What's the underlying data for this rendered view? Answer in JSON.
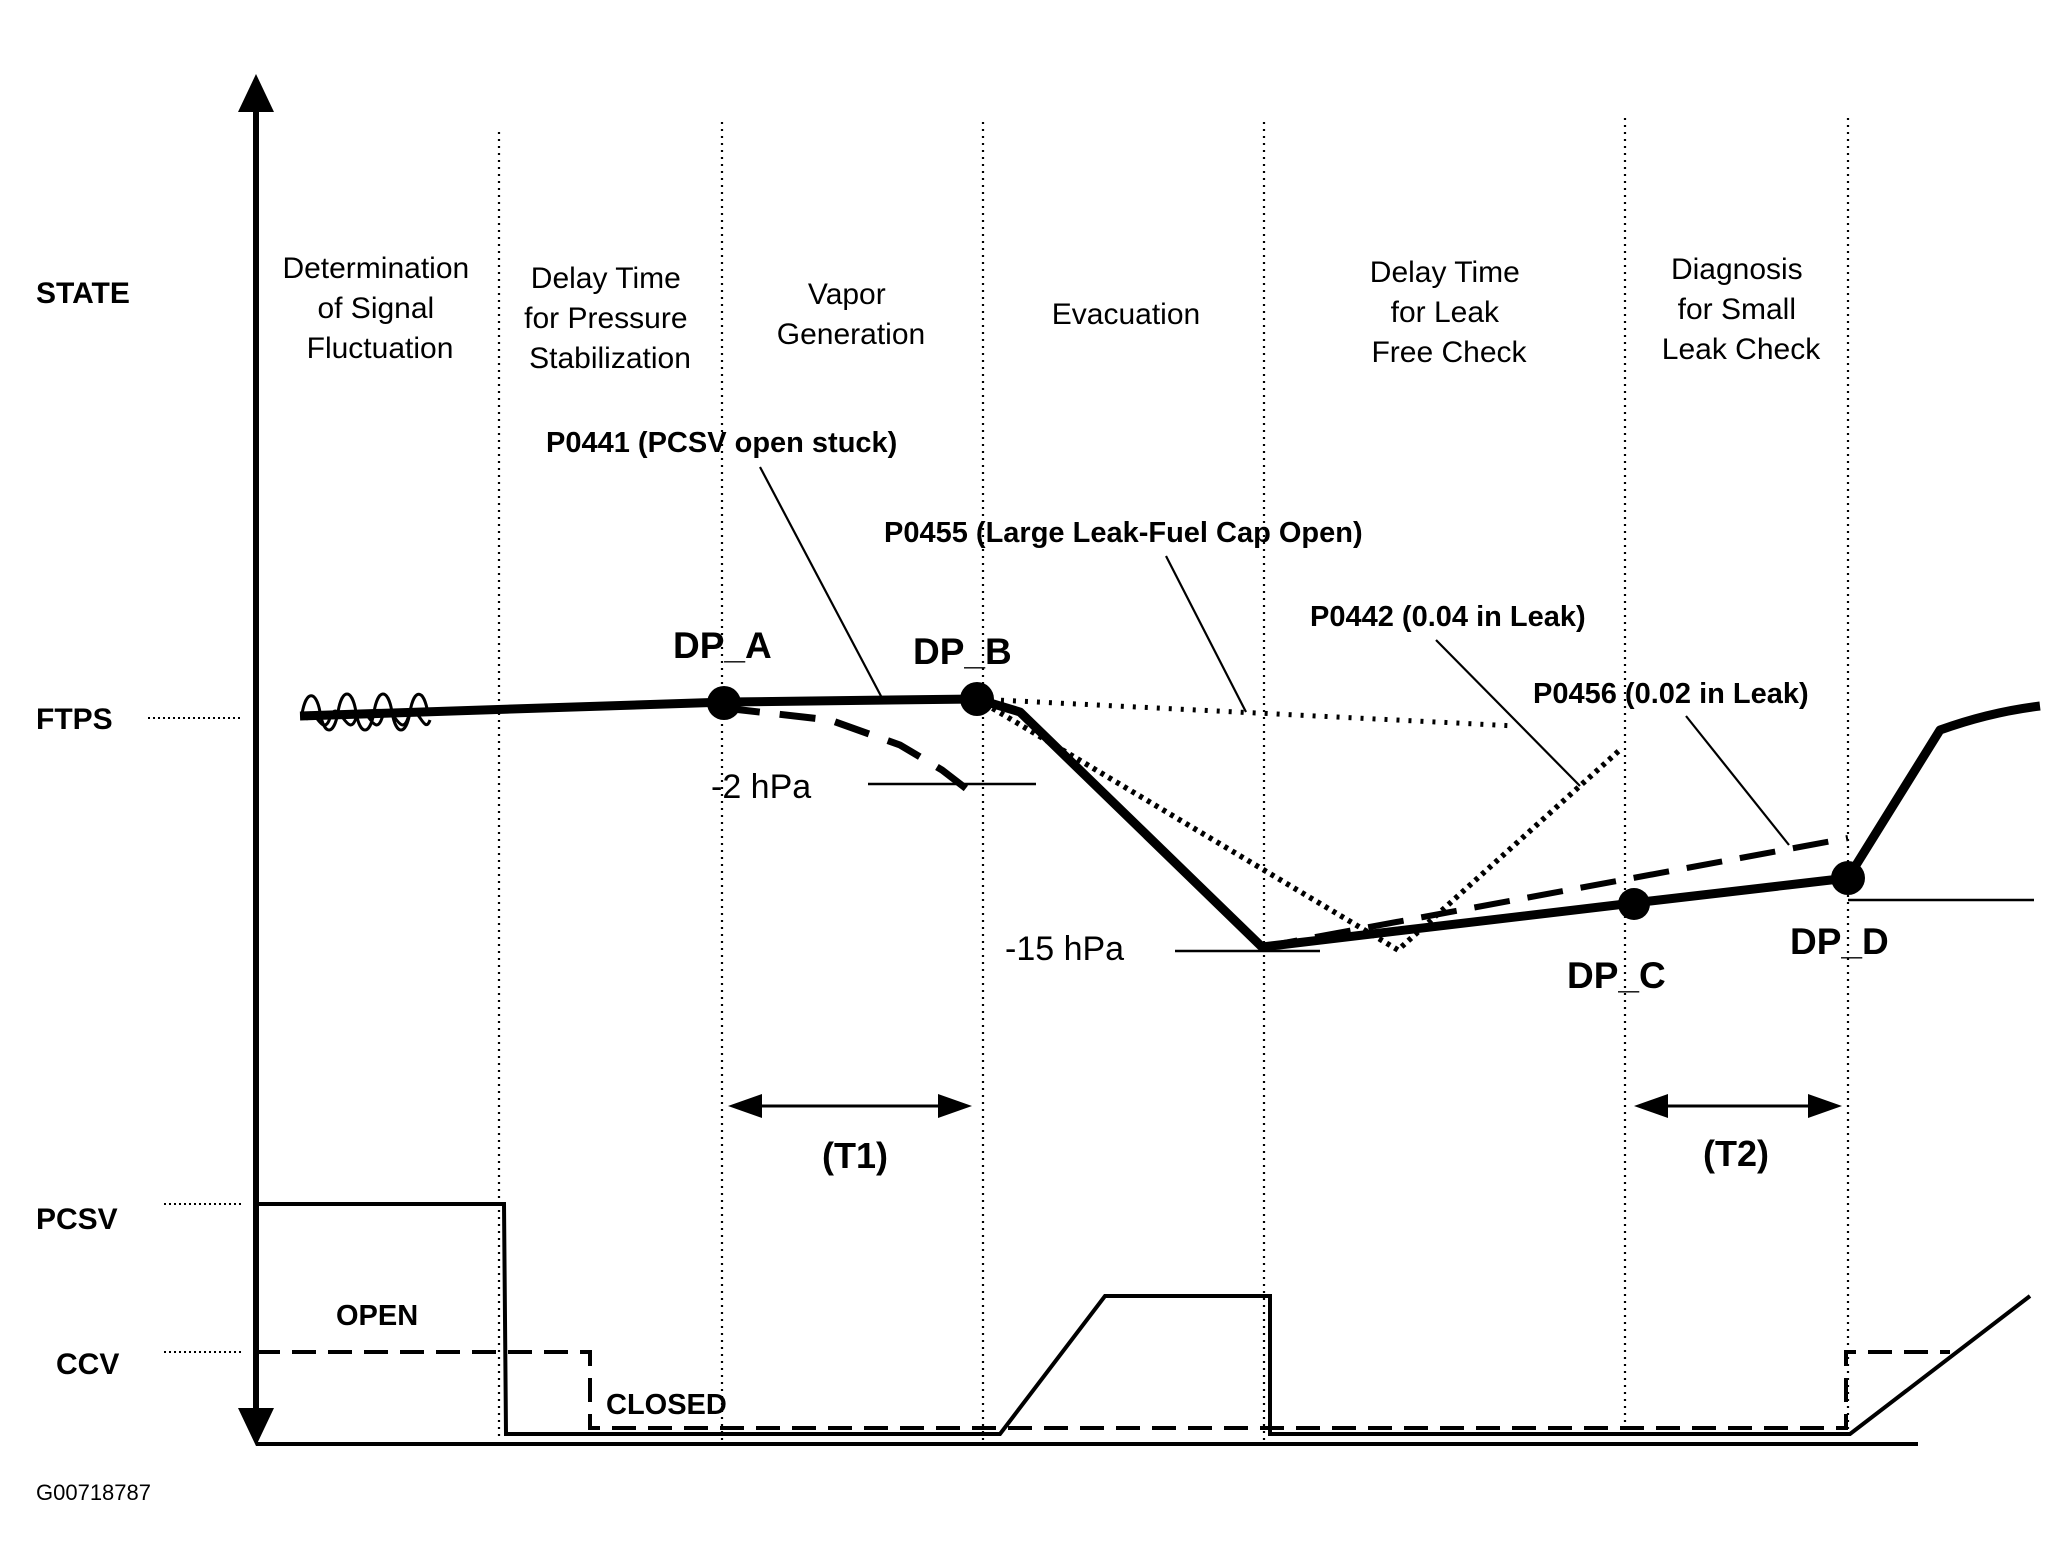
{
  "axes": {
    "y_top_label": "STATE",
    "ftps": "FTPS",
    "pcsv": "PCSV",
    "ccv": "CCV"
  },
  "phases": [
    [
      "Determination",
      "of Signal",
      "Fluctuation"
    ],
    [
      "Delay Time",
      "for Pressure",
      "Stabilization"
    ],
    [
      "Vapor",
      "Generation"
    ],
    [
      "Evacuation"
    ],
    [
      "Delay Time",
      "for Leak",
      "Free Check"
    ],
    [
      "Diagnosis",
      "for Small",
      "Leak Check"
    ]
  ],
  "fault_codes": {
    "p0441": "P0441 (PCSV open stuck)",
    "p0455": "P0455 (Large Leak-Fuel Cap Open)",
    "p0442": "P0442 (0.04 in Leak)",
    "p0456": "P0456 (0.02 in Leak)"
  },
  "points": {
    "dp_a": "DP_A",
    "dp_b": "DP_B",
    "dp_c": "DP_C",
    "dp_d": "DP_D"
  },
  "pressures": {
    "minus2": "-2 hPa",
    "minus15": "-15 hPa"
  },
  "intervals": {
    "t1": "(T1)",
    "t2": "(T2)"
  },
  "valve_states": {
    "open": "OPEN",
    "closed": "CLOSED"
  },
  "figure_id": "G00718787"
}
